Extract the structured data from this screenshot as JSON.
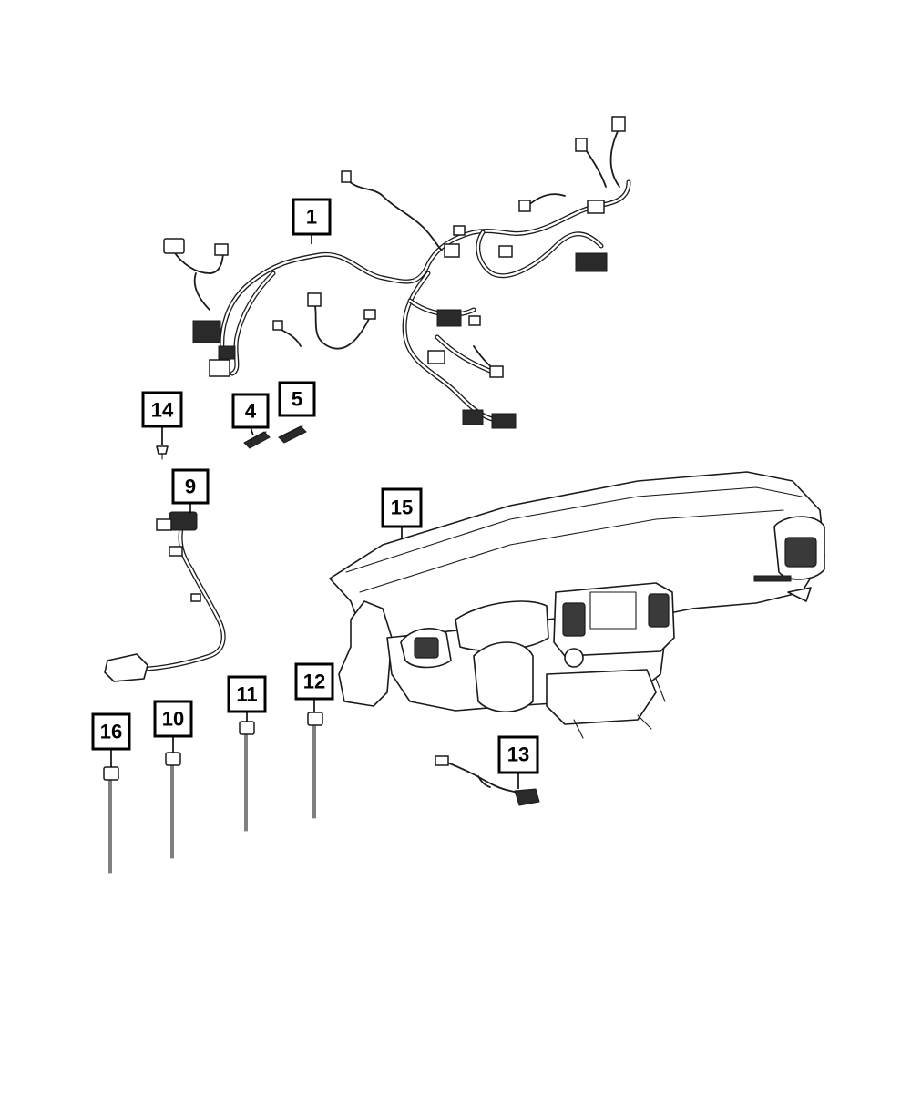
{
  "callouts": [
    {
      "id": "c1",
      "label": "1"
    },
    {
      "id": "c4",
      "label": "4"
    },
    {
      "id": "c5",
      "label": "5"
    },
    {
      "id": "c9",
      "label": "9"
    },
    {
      "id": "c10",
      "label": "10"
    },
    {
      "id": "c11",
      "label": "11"
    },
    {
      "id": "c12",
      "label": "12"
    },
    {
      "id": "c13",
      "label": "13"
    },
    {
      "id": "c14",
      "label": "14"
    },
    {
      "id": "c15",
      "label": "15"
    },
    {
      "id": "c16",
      "label": "16"
    }
  ]
}
